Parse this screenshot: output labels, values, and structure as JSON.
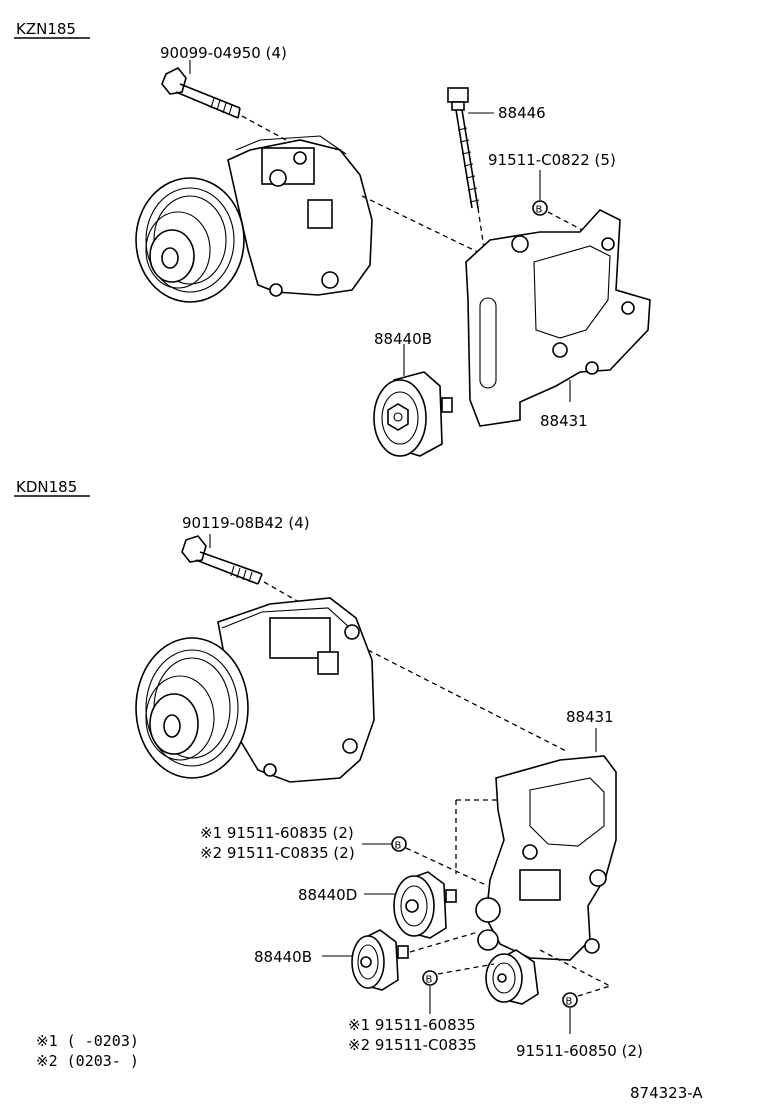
{
  "sections": {
    "top_model": "KZN185",
    "bottom_model": "KDN185"
  },
  "top": {
    "bolt_compressor": "90099-04950 (4)",
    "bolt_long": "88446",
    "bolt_bracket": "91511-C0822 (5)",
    "idler": "88440B",
    "bracket": "88431",
    "ref_b": "B"
  },
  "bottom": {
    "bolt_compressor": "90119-08B42 (4)",
    "bracket": "88431",
    "bolt_note1": "※1 91511-60835 (2)",
    "bolt_note2": "※2 91511-C0835 (2)",
    "idler_d": "88440D",
    "idler_b": "88440B",
    "lower_note1": "※1 91511-60835",
    "lower_note2": "※2 91511-C0835",
    "lower_bolt": "91511-60850 (2)",
    "ref_b1": "B",
    "ref_b2": "B",
    "ref_b3": "B"
  },
  "footnotes": {
    "note1": "※1 (        -0203)",
    "note2": "※2 (0203-        )"
  },
  "figure_id": "874323-A"
}
